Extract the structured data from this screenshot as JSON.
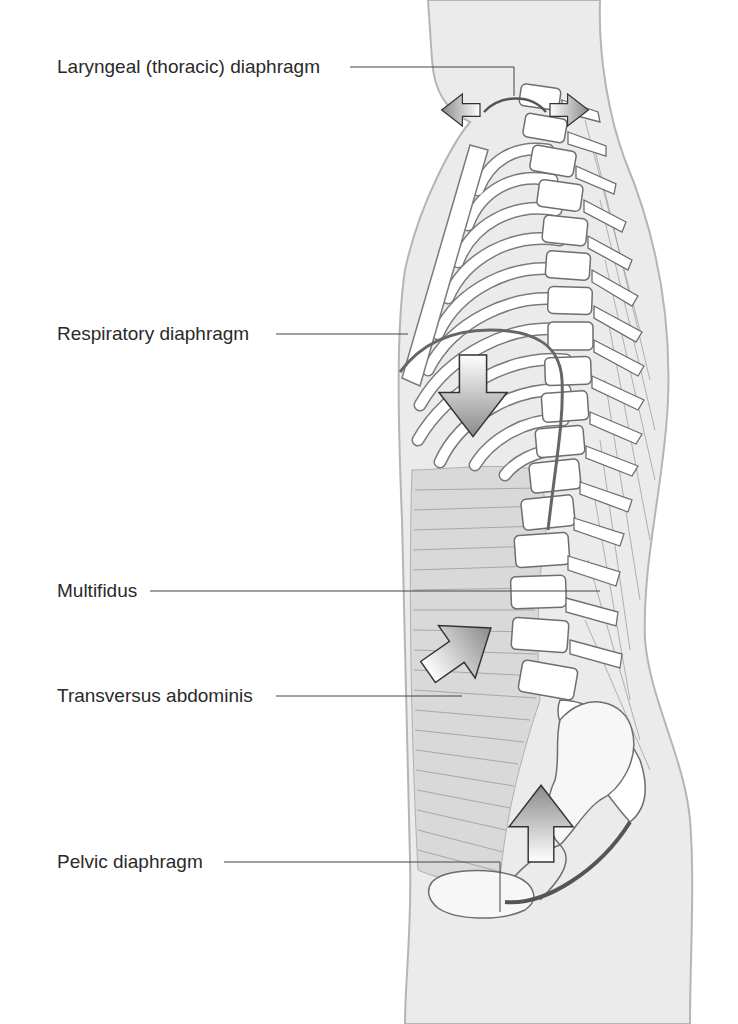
{
  "diagram": {
    "labels": [
      "Laryngeal (thoracic) diaphragm",
      "Respiratory diaphragm",
      "Multifidus",
      "Transversus abdominis",
      "Pelvic diaphragm"
    ]
  }
}
